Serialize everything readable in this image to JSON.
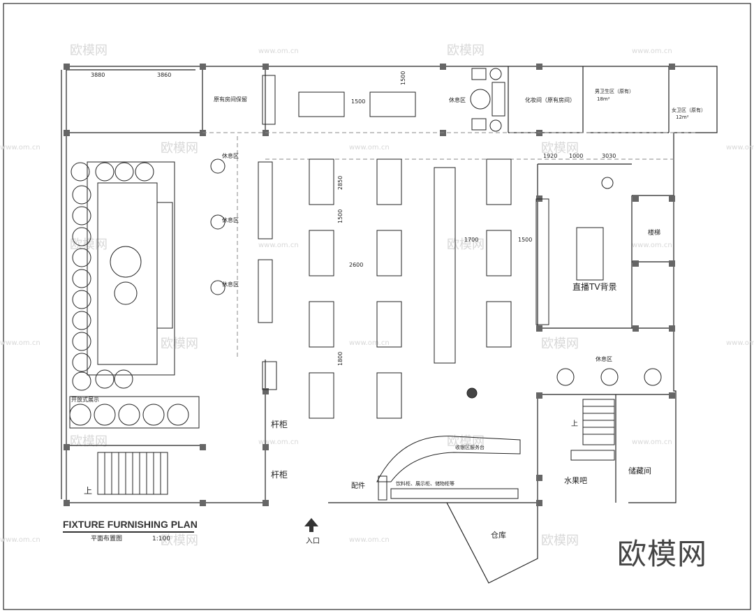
{
  "title": {
    "main": "FIXTURE FURNISHING PLAN",
    "sub": "平面布置图",
    "scale": "1:100"
  },
  "brand_logo": "欧模网",
  "watermarks": {
    "text": "欧模网",
    "url": "www.om.cn"
  },
  "dimensions": {
    "top_left_a": "3880",
    "top_left_b": "3860",
    "table_gap": "1500",
    "table_vertical": "1500",
    "right_top_a": "1920",
    "right_top_b": "1000",
    "right_top_c": "3030",
    "row_h": "2850",
    "gap_v": "1500",
    "mid_a": "2600",
    "mid_b": "1700",
    "mid_c": "1500",
    "bottom_gap": "1800"
  },
  "rooms": {
    "top_room": "原有房间保留",
    "top_rest": "休息区",
    "makeup_room": "化妆间（原有房间）",
    "male_wc": "男卫生区（原有）",
    "male_wc_area": "18m²",
    "female_wc": "女卫区（原有）",
    "female_wc_area": "12m²",
    "rest_1": "休息区",
    "rest_2": "休息区",
    "rest_3": "休息区",
    "rest_4": "休息区",
    "live_tv": "直播TV背景",
    "stairs_room": "楼梯",
    "bar_counter": "收银区服务台",
    "counters": "饮料柜、展示柜、储物柜等",
    "fruit_bar": "水果吧",
    "storage": "储藏间",
    "warehouse": "仓库",
    "entrance": "入口",
    "rod_cab_1": "杆柜",
    "rod_cab_2": "杆柜",
    "up_left": "上",
    "up_right": "上",
    "display_row": "开放式展示",
    "accessory": "配件"
  }
}
